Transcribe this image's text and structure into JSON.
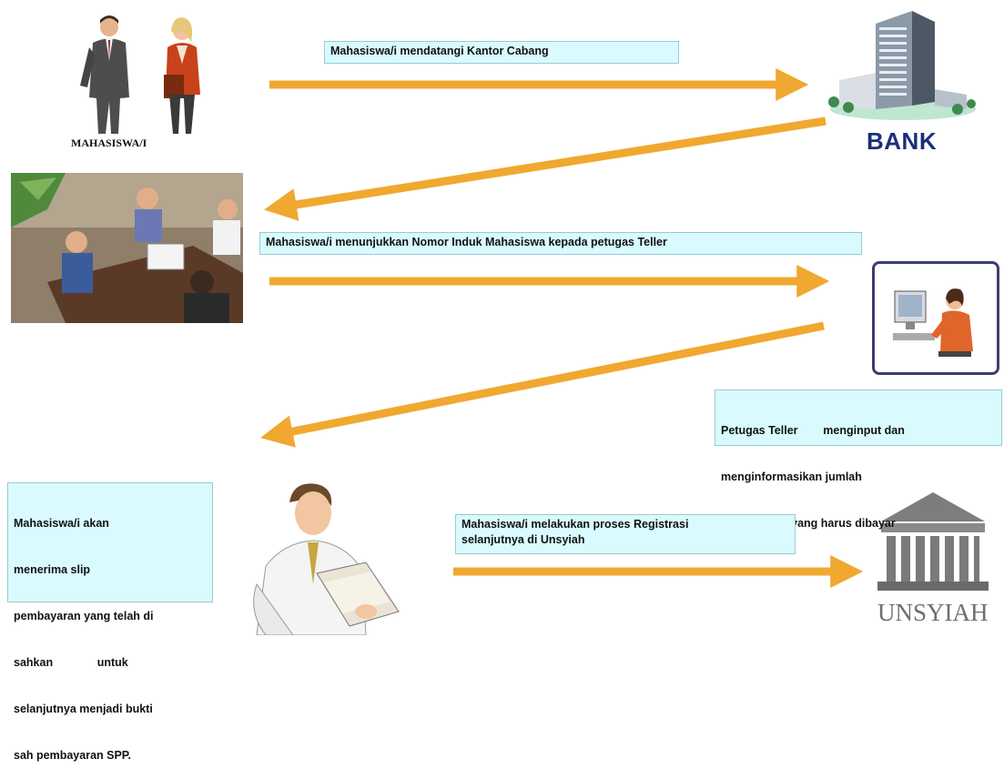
{
  "labels": {
    "mahasiswa": "MAHASISWA/I",
    "bank": "BANK",
    "unsyiah": "UNSYIAH"
  },
  "steps": {
    "step1": "Mahasiswa/i mendatangi Kantor Cabang",
    "step2": "Mahasiswa/i menunjukkan Nomor Induk Mahasiswa kepada petugas Teller",
    "step3_line1": "Petugas Teller        menginput dan",
    "step3_line2": "menginformasikan jumlah",
    "step3_line3": "pembayaran yang harus dibayar",
    "step4_line1": "Mahasiswa/i akan",
    "step4_line2": "menerima slip",
    "step4_line3": "pembayaran yang telah di",
    "step4_line4": "sahkan              untuk",
    "step4_line5": "selanjutnya menjadi bukti",
    "step4_line6": "sah pembayaran SPP.",
    "step5_line1": "Mahasiswa/i melakukan proses Registrasi",
    "step5_line2": "selanjutnya di Unsyiah"
  },
  "icons": {
    "students": "students-icon",
    "bank": "bank-building-icon",
    "meeting": "meeting-icon",
    "teller": "teller-computer-icon",
    "reader": "man-reading-slip-icon",
    "university": "university-building-icon",
    "arrow": "arrow-icon"
  },
  "colors": {
    "arrow": "#f0a830",
    "note_bg": "#d9fbff",
    "bank_label": "#1a2f7a",
    "unsyiah_label": "#6f6f6f"
  }
}
